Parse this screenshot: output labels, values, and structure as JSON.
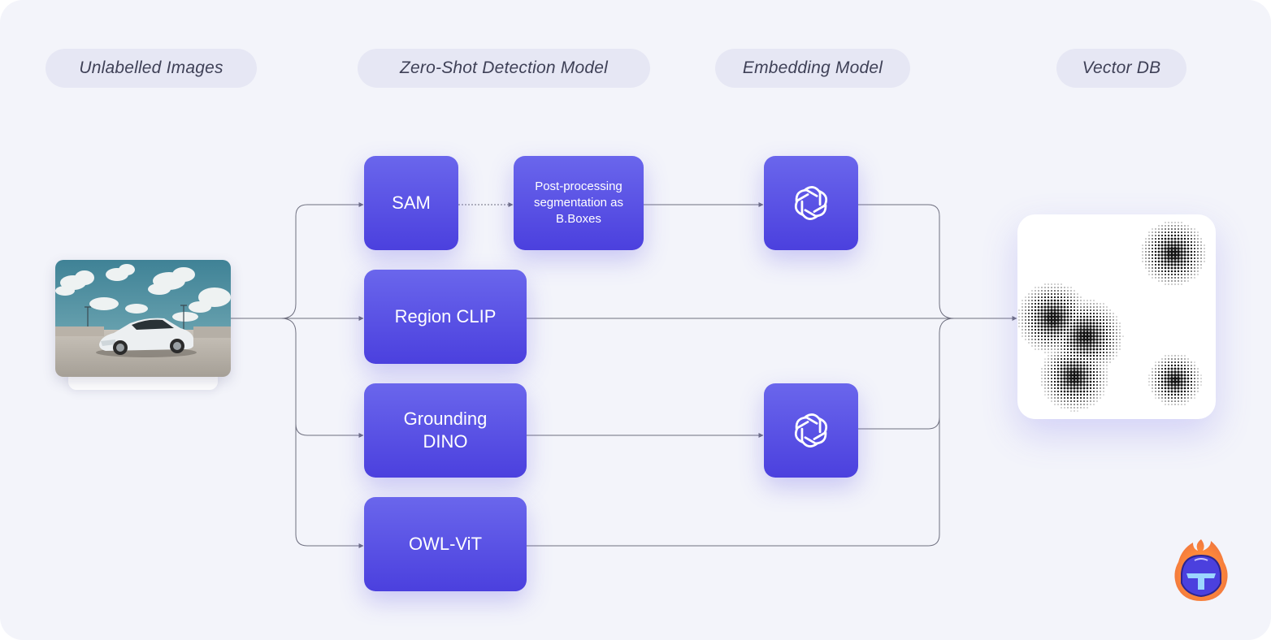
{
  "header": {
    "unlabelled_images": "Unlabelled Images",
    "zero_shot_model": "Zero-Shot Detection Model",
    "embedding_model": "Embedding Model",
    "vector_db": "Vector DB"
  },
  "nodes": {
    "sam": "SAM",
    "post_processing": "Post-processing\nsegmentation as\nB.Boxes",
    "region_clip": "Region CLIP",
    "grounding_dino": "Grounding\nDINO",
    "owl_vit": "OWL-ViT"
  },
  "icons": {
    "embedding": "openai-icon",
    "input_image": "car-photo",
    "database": "vector-db-halftone",
    "brand": "helmet-logo-icon"
  },
  "colors": {
    "node_top": "#6a66ec",
    "node_bottom": "#4b40de",
    "pill_bg": "#e6e7f4",
    "background": "#f3f4fa",
    "wire": "#6e6f7f"
  }
}
